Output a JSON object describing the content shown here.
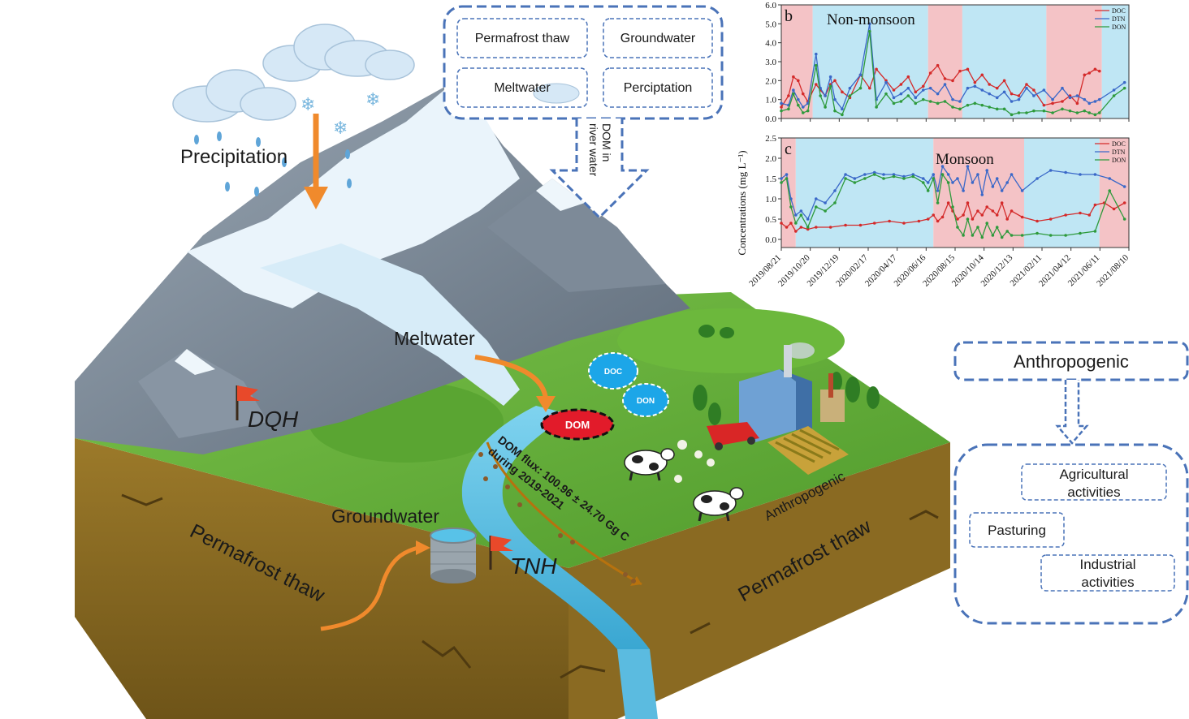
{
  "sources_box": {
    "items": [
      "Permafrost thaw",
      "Groundwater",
      "Meltwater",
      "Perciptation"
    ],
    "arrow_label_line1": "DOM in",
    "arrow_label_line2": "river water"
  },
  "scene_labels": {
    "precipitation": "Precipitation",
    "meltwater": "Meltwater",
    "groundwater": "Groundwater",
    "permafrost_left": "Permafrost thaw",
    "permafrost_right": "Permafrost thaw",
    "anthropogenic": "Anthropogenic",
    "site_dqh": "DQH",
    "site_tnh": "TNH",
    "dom": "DOM",
    "doc": "DOC",
    "don": "DON",
    "flux_line1": "DOM flux: 100.96 ± 24.70 Gg C",
    "flux_line2": "during 2019-2021"
  },
  "anthro_box": {
    "title": "Anthropogenic",
    "items": [
      "Agricultural activities",
      "Pasturing",
      "Industrial activities"
    ],
    "item_lines": [
      [
        "Agricultural",
        "activities"
      ],
      [
        "Pasturing"
      ],
      [
        "Industrial",
        "activities"
      ]
    ]
  },
  "colors": {
    "doc": "#d42a2a",
    "dtn": "#3a68c8",
    "don": "#2e9a3c",
    "monsoon_band": "#f4c3c6",
    "nonmonsoon_band": "#bfe6f4",
    "dashed_box": "#4a73b8",
    "arrow_orange": "#f08a2c"
  },
  "chart_data": [
    {
      "type": "line",
      "panel_label": "b",
      "annotation": "Non-monsoon",
      "ylabel": "Concentrations (mg L⁻¹)",
      "ylim": [
        0,
        6
      ],
      "yticks": [
        "0.0",
        "1.0",
        "2.0",
        "3.0",
        "4.0",
        "5.0",
        "6.0"
      ],
      "x_tick_labels": [
        "2019/08/21",
        "2019/10/20",
        "2019/12/19",
        "2020/02/17",
        "2020/04/17",
        "2020/06/16",
        "2020/08/15",
        "2020/10/14",
        "2020/12/13",
        "2021/02/11",
        "2021/04/12",
        "2021/06/11",
        "2021/08/10"
      ],
      "legend": [
        "DOC",
        "DTN",
        "DON"
      ],
      "series": [
        {
          "name": "DOC",
          "x": [
            "2019/08/21",
            "2019/09/05",
            "2019/09/15",
            "2019/09/25",
            "2019/10/05",
            "2019/10/15",
            "2019/11/01",
            "2019/11/10",
            "2019/11/20",
            "2019/12/01",
            "2019/12/10",
            "2019/12/25",
            "2020/01/10",
            "2020/02/01",
            "2020/02/20",
            "2020/03/05",
            "2020/03/25",
            "2020/04/10",
            "2020/04/25",
            "2020/05/10",
            "2020/05/25",
            "2020/06/10",
            "2020/06/25",
            "2020/07/10",
            "2020/07/25",
            "2020/08/10",
            "2020/08/25",
            "2020/09/10",
            "2020/09/25",
            "2020/10/10",
            "2020/10/25",
            "2020/11/10",
            "2020/11/25",
            "2020/12/10",
            "2020/12/25",
            "2021/01/10",
            "2021/01/25",
            "2021/02/15",
            "2021/03/05",
            "2021/03/25",
            "2021/04/10",
            "2021/04/25",
            "2021/05/10",
            "2021/05/20",
            "2021/06/01",
            "2021/06/10"
          ],
          "y": [
            0.6,
            1.2,
            2.2,
            2.0,
            1.3,
            0.9,
            1.8,
            1.5,
            1.2,
            1.8,
            2.0,
            1.4,
            1.1,
            2.3,
            1.6,
            2.6,
            2.0,
            1.5,
            1.8,
            2.2,
            1.4,
            1.7,
            2.4,
            2.8,
            2.1,
            2.0,
            2.5,
            2.6,
            1.9,
            2.3,
            1.8,
            1.6,
            2.0,
            1.3,
            1.2,
            1.8,
            1.5,
            0.7,
            0.8,
            0.9,
            1.2,
            0.8,
            2.3,
            2.4,
            2.6,
            2.5
          ]
        },
        {
          "name": "DTN",
          "x": [
            "2019/08/21",
            "2019/09/05",
            "2019/09/15",
            "2019/09/25",
            "2019/10/05",
            "2019/10/15",
            "2019/11/01",
            "2019/11/10",
            "2019/11/20",
            "2019/12/01",
            "2019/12/10",
            "2019/12/25",
            "2020/01/10",
            "2020/02/01",
            "2020/02/20",
            "2020/03/05",
            "2020/03/25",
            "2020/04/10",
            "2020/04/25",
            "2020/05/10",
            "2020/05/25",
            "2020/06/10",
            "2020/06/25",
            "2020/07/10",
            "2020/07/25",
            "2020/08/10",
            "2020/08/25",
            "2020/09/10",
            "2020/09/25",
            "2020/10/10",
            "2020/10/25",
            "2020/11/10",
            "2020/11/25",
            "2020/12/10",
            "2020/12/25",
            "2021/01/10",
            "2021/01/25",
            "2021/02/15",
            "2021/03/05",
            "2021/03/25",
            "2021/04/10",
            "2021/04/25",
            "2021/05/10",
            "2021/05/20",
            "2021/06/01",
            "2021/06/10",
            "2021/07/10",
            "2021/08/01"
          ],
          "y": [
            0.8,
            0.7,
            1.5,
            1.0,
            0.6,
            0.8,
            3.4,
            1.6,
            1.2,
            2.2,
            1.0,
            0.5,
            1.6,
            2.3,
            5.0,
            1.0,
            1.9,
            1.1,
            1.3,
            1.6,
            1.1,
            1.5,
            1.6,
            1.3,
            1.8,
            1.0,
            0.9,
            1.6,
            1.7,
            1.5,
            1.3,
            1.1,
            1.4,
            0.9,
            1.0,
            1.6,
            1.2,
            1.5,
            1.0,
            1.6,
            1.1,
            1.2,
            1.0,
            0.8,
            0.9,
            1.0,
            1.5,
            1.9
          ]
        },
        {
          "name": "DON",
          "x": [
            "2019/08/21",
            "2019/09/05",
            "2019/09/15",
            "2019/09/25",
            "2019/10/05",
            "2019/10/15",
            "2019/11/01",
            "2019/11/10",
            "2019/11/20",
            "2019/12/01",
            "2019/12/10",
            "2019/12/25",
            "2020/01/10",
            "2020/02/01",
            "2020/02/20",
            "2020/03/05",
            "2020/03/25",
            "2020/04/10",
            "2020/04/25",
            "2020/05/10",
            "2020/05/25",
            "2020/06/10",
            "2020/06/25",
            "2020/07/10",
            "2020/07/25",
            "2020/08/10",
            "2020/08/25",
            "2020/09/10",
            "2020/09/25",
            "2020/10/10",
            "2020/10/25",
            "2020/11/10",
            "2020/11/25",
            "2020/12/10",
            "2020/12/25",
            "2021/01/10",
            "2021/01/25",
            "2021/02/15",
            "2021/03/05",
            "2021/03/25",
            "2021/04/10",
            "2021/04/25",
            "2021/05/10",
            "2021/05/20",
            "2021/06/01",
            "2021/06/10",
            "2021/07/10",
            "2021/08/01"
          ],
          "y": [
            0.4,
            0.5,
            1.3,
            0.7,
            0.3,
            0.4,
            2.8,
            1.2,
            0.6,
            1.7,
            0.4,
            0.2,
            1.2,
            1.6,
            4.6,
            0.6,
            1.3,
            0.8,
            0.9,
            1.2,
            0.8,
            1.0,
            0.9,
            0.8,
            0.9,
            0.6,
            0.5,
            0.7,
            0.8,
            0.7,
            0.6,
            0.5,
            0.5,
            0.2,
            0.3,
            0.3,
            0.4,
            0.4,
            0.3,
            0.5,
            0.4,
            0.3,
            0.4,
            0.3,
            0.2,
            0.3,
            1.2,
            1.6
          ]
        }
      ],
      "shaded_periods": [
        {
          "kind": "monsoon",
          "from": "2019/08/21",
          "to": "2019/10/25"
        },
        {
          "kind": "non-monsoon",
          "from": "2019/10/25",
          "to": "2020/06/20"
        },
        {
          "kind": "monsoon",
          "from": "2020/06/20",
          "to": "2020/08/30"
        },
        {
          "kind": "non-monsoon",
          "from": "2020/08/30",
          "to": "2021/02/20"
        },
        {
          "kind": "monsoon",
          "from": "2021/02/20",
          "to": "2021/06/15"
        },
        {
          "kind": "non-monsoon",
          "from": "2021/06/15",
          "to": "2021/08/10"
        }
      ]
    },
    {
      "type": "line",
      "panel_label": "c",
      "annotation": "Monsoon",
      "ylim": [
        -0.2,
        2.5
      ],
      "yticks": [
        "0.0",
        "0.5",
        "1.0",
        "1.5",
        "2.0",
        "2.5"
      ],
      "x_tick_labels": [
        "2019/08/21",
        "2019/10/20",
        "2019/12/19",
        "2020/02/17",
        "2020/04/17",
        "2020/06/16",
        "2020/08/15",
        "2020/10/14",
        "2020/12/13",
        "2021/02/11",
        "2021/04/12",
        "2021/06/11",
        "2021/08/10"
      ],
      "legend": [
        "DOC",
        "DTN",
        "DON"
      ],
      "series": [
        {
          "name": "DOC",
          "x": [
            "2019/08/21",
            "2019/09/01",
            "2019/09/10",
            "2019/09/20",
            "2019/10/01",
            "2019/10/15",
            "2019/11/01",
            "2019/12/01",
            "2020/01/01",
            "2020/02/01",
            "2020/03/01",
            "2020/04/01",
            "2020/05/01",
            "2020/06/01",
            "2020/06/20",
            "2020/07/01",
            "2020/07/10",
            "2020/07/20",
            "2020/08/01",
            "2020/08/10",
            "2020/08/20",
            "2020/09/01",
            "2020/09/10",
            "2020/09/20",
            "2020/10/01",
            "2020/10/10",
            "2020/10/20",
            "2020/11/01",
            "2020/11/10",
            "2020/11/20",
            "2020/12/01",
            "2020/12/10",
            "2021/01/01",
            "2021/02/01",
            "2021/03/01",
            "2021/04/01",
            "2021/05/01",
            "2021/05/20",
            "2021/06/01",
            "2021/06/20",
            "2021/07/10",
            "2021/08/01"
          ],
          "y": [
            0.4,
            0.3,
            0.4,
            0.2,
            0.3,
            0.25,
            0.3,
            0.3,
            0.35,
            0.35,
            0.4,
            0.45,
            0.4,
            0.45,
            0.5,
            0.6,
            0.45,
            0.55,
            0.9,
            0.7,
            0.5,
            0.6,
            0.9,
            0.5,
            0.7,
            0.6,
            0.8,
            0.7,
            0.6,
            0.9,
            0.5,
            0.7,
            0.55,
            0.45,
            0.5,
            0.6,
            0.65,
            0.6,
            0.85,
            0.9,
            0.75,
            0.9
          ]
        },
        {
          "name": "DTN",
          "x": [
            "2019/08/21",
            "2019/09/01",
            "2019/09/10",
            "2019/09/20",
            "2019/10/01",
            "2019/10/15",
            "2019/11/01",
            "2019/11/20",
            "2019/12/10",
            "2020/01/01",
            "2020/01/20",
            "2020/02/10",
            "2020/03/01",
            "2020/03/20",
            "2020/04/10",
            "2020/05/01",
            "2020/05/20",
            "2020/06/10",
            "2020/06/20",
            "2020/07/01",
            "2020/07/10",
            "2020/07/20",
            "2020/08/01",
            "2020/08/10",
            "2020/08/20",
            "2020/09/01",
            "2020/09/10",
            "2020/09/20",
            "2020/10/01",
            "2020/10/10",
            "2020/10/20",
            "2020/11/01",
            "2020/11/10",
            "2020/11/20",
            "2020/12/01",
            "2020/12/10",
            "2021/01/01",
            "2021/02/01",
            "2021/03/01",
            "2021/04/01",
            "2021/05/01",
            "2021/06/01",
            "2021/07/01",
            "2021/08/01"
          ],
          "y": [
            1.5,
            1.6,
            1.0,
            0.6,
            0.7,
            0.5,
            1.0,
            0.9,
            1.2,
            1.6,
            1.5,
            1.6,
            1.65,
            1.6,
            1.6,
            1.55,
            1.6,
            1.5,
            1.4,
            1.6,
            1.2,
            1.8,
            1.6,
            1.4,
            1.5,
            1.2,
            1.8,
            1.4,
            1.6,
            1.1,
            1.7,
            1.3,
            1.5,
            1.2,
            1.4,
            1.6,
            1.2,
            1.5,
            1.7,
            1.65,
            1.6,
            1.6,
            1.5,
            1.3
          ]
        },
        {
          "name": "DON",
          "x": [
            "2019/08/21",
            "2019/09/01",
            "2019/09/10",
            "2019/09/20",
            "2019/10/01",
            "2019/10/15",
            "2019/11/01",
            "2019/11/20",
            "2019/12/10",
            "2020/01/01",
            "2020/01/20",
            "2020/02/10",
            "2020/03/01",
            "2020/03/20",
            "2020/04/10",
            "2020/05/01",
            "2020/05/20",
            "2020/06/10",
            "2020/06/20",
            "2020/07/01",
            "2020/07/10",
            "2020/07/20",
            "2020/08/01",
            "2020/08/10",
            "2020/08/20",
            "2020/09/01",
            "2020/09/10",
            "2020/09/20",
            "2020/10/01",
            "2020/10/10",
            "2020/10/20",
            "2020/11/01",
            "2020/11/10",
            "2020/11/20",
            "2020/12/01",
            "2020/12/10",
            "2021/01/01",
            "2021/02/01",
            "2021/03/01",
            "2021/04/01",
            "2021/05/01",
            "2021/06/01",
            "2021/07/01",
            "2021/08/01"
          ],
          "y": [
            1.4,
            1.5,
            0.8,
            0.4,
            0.6,
            0.3,
            0.8,
            0.7,
            0.9,
            1.5,
            1.4,
            1.5,
            1.6,
            1.5,
            1.55,
            1.5,
            1.55,
            1.4,
            1.2,
            1.5,
            0.9,
            1.6,
            1.4,
            0.8,
            0.3,
            0.1,
            0.5,
            0.1,
            0.3,
            0.05,
            0.4,
            0.1,
            0.3,
            0.05,
            0.2,
            0.1,
            0.1,
            0.15,
            0.1,
            0.1,
            0.15,
            0.2,
            1.2,
            0.5
          ]
        }
      ],
      "shaded_periods": [
        {
          "kind": "monsoon",
          "from": "2019/08/21",
          "to": "2019/09/20"
        },
        {
          "kind": "non-monsoon",
          "from": "2019/09/20",
          "to": "2020/07/01"
        },
        {
          "kind": "monsoon",
          "from": "2020/07/01",
          "to": "2021/01/05"
        },
        {
          "kind": "non-monsoon",
          "from": "2021/01/05",
          "to": "2021/06/10"
        },
        {
          "kind": "monsoon",
          "from": "2021/06/10",
          "to": "2021/08/10"
        }
      ]
    }
  ]
}
